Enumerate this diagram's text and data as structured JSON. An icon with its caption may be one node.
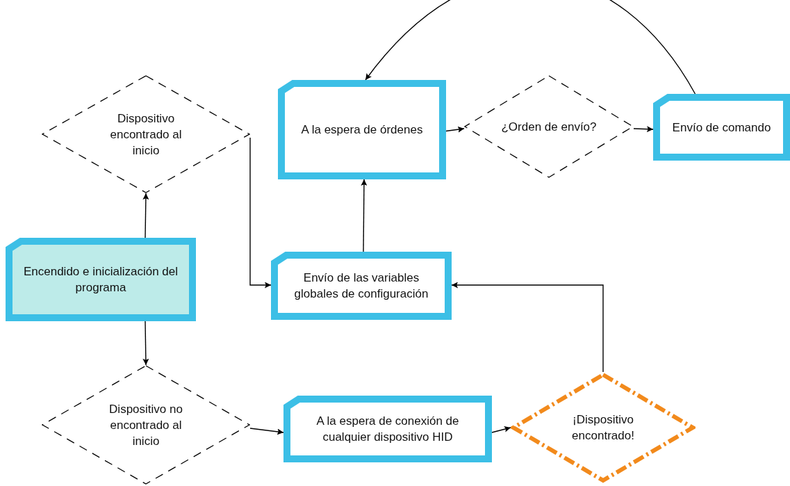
{
  "diagram": {
    "nodes": [
      {
        "text": [
          "Dispositivo encontrado al inicio"
        ]
      },
      {
        "text": [
          "A la espera de órdenes"
        ]
      },
      {
        "text": [
          "¿Orden de envío?"
        ]
      },
      {
        "text": [
          "Envío de comando"
        ]
      },
      {
        "text": [
          "Encendido e inicialización del programa"
        ]
      },
      {
        "text": [
          "Envío de las variables globales de configuración"
        ]
      },
      {
        "text": [
          "Dispositivo no encontrado al inicio"
        ]
      },
      {
        "text": [
          "A la espera de conexión de cualquier dispositivo HID"
        ]
      },
      {
        "text": [
          "¡Dispositivo encontrado!"
        ]
      }
    ],
    "edges": [
      {
        "from": 4,
        "to": 0,
        "arrow": "to"
      },
      {
        "from": 4,
        "to": 6,
        "arrow": "to"
      },
      {
        "from": 0,
        "to": 5,
        "arrow": "to"
      },
      {
        "from": 5,
        "to": 1,
        "arrow": "to"
      },
      {
        "from": 1,
        "to": 2,
        "arrow": "to"
      },
      {
        "from": 2,
        "to": 3,
        "arrow": "to"
      },
      {
        "from": 3,
        "to": 1,
        "arrow": "to"
      },
      {
        "from": 6,
        "to": 7,
        "arrow": "to"
      },
      {
        "from": 7,
        "to": 8,
        "arrow": "to"
      },
      {
        "from": 8,
        "to": 5,
        "arrow": "to"
      }
    ]
  }
}
